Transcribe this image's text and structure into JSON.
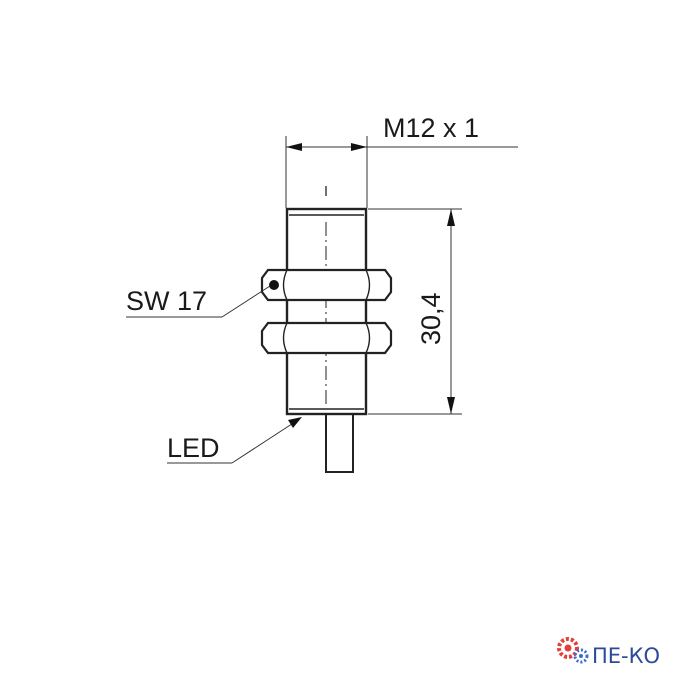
{
  "diagram": {
    "thread_label": "M12 x 1",
    "wrench_label": "SW 17",
    "length_label": "30,4",
    "led_label": "LED"
  },
  "brand": {
    "logo_text": "ПЕ-КО",
    "accent": "#2b4a9a",
    "gear_color": "#e0403a",
    "gear2_color": "#3a6fd0"
  }
}
